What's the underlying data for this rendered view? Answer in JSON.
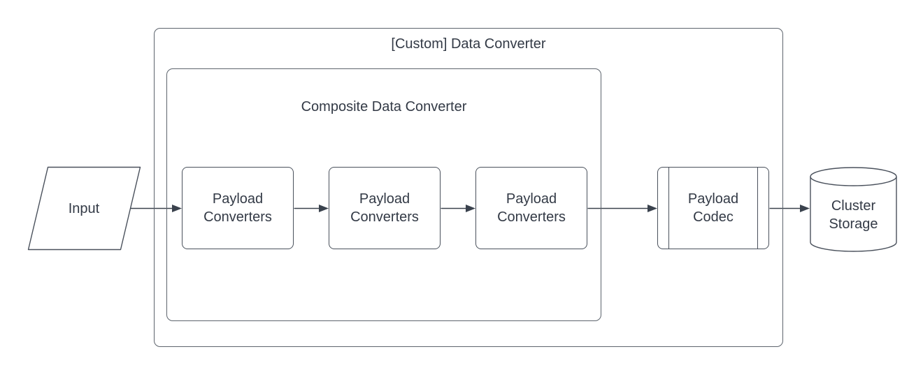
{
  "diagram": {
    "type": "flowchart",
    "outer_container": {
      "title": "[Custom] Data Converter"
    },
    "composite_container": {
      "title": "Composite Data Converter"
    },
    "nodes": {
      "input": {
        "label": "Input",
        "shape": "parallelogram"
      },
      "payload_converter_1": {
        "label": "Payload\nConverters",
        "shape": "rounded-rectangle"
      },
      "payload_converter_2": {
        "label": "Payload\nConverters",
        "shape": "rounded-rectangle"
      },
      "payload_converter_3": {
        "label": "Payload\nConverters",
        "shape": "rounded-rectangle"
      },
      "payload_codec": {
        "label": "Payload\nCodec",
        "shape": "predefined-process"
      },
      "cluster_storage": {
        "label": "Cluster\nStorage",
        "shape": "cylinder"
      }
    },
    "connections": [
      {
        "from": "input",
        "to": "payload_converter_1"
      },
      {
        "from": "payload_converter_1",
        "to": "payload_converter_2"
      },
      {
        "from": "payload_converter_2",
        "to": "payload_converter_3"
      },
      {
        "from": "payload_converter_3",
        "to": "payload_codec"
      },
      {
        "from": "payload_codec",
        "to": "cluster_storage"
      }
    ],
    "colors": {
      "background": "#ffffff",
      "shape_fill": "#ffffff",
      "shape_stroke": "#4a515c",
      "container_stroke": "#5d646d",
      "connector": "#3a424d",
      "text": "#333a46"
    }
  }
}
